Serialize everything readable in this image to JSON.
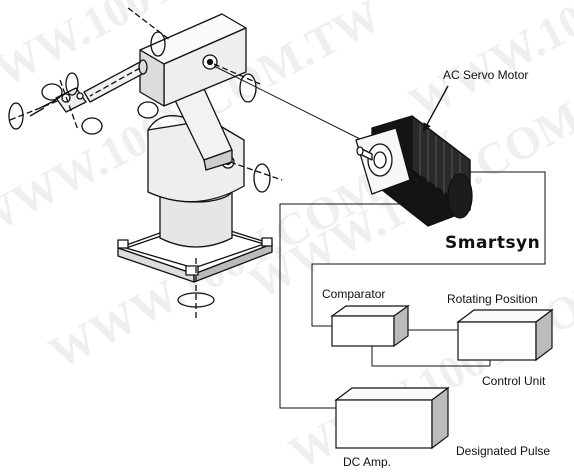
{
  "labels": {
    "motor": "AC Servo Motor",
    "brand": "Smartsyn",
    "comparator": "Comparator",
    "rotating_position": "Rotating Position",
    "control_unit": "Control Unit",
    "dc_amp": "DC Amp.",
    "designated_pulse": "Designated Pulse"
  },
  "watermark": "WWW.100Y.COM.TW"
}
